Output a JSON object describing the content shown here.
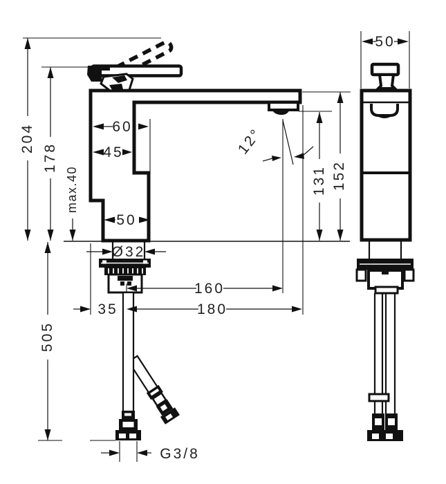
{
  "page": {
    "background": "#ffffff",
    "line_color": "#111111",
    "text_color": "#1f1f1f"
  },
  "drawing": {
    "type": "technical-dimension-drawing",
    "subject": "single-lever basin mixer faucet, front and side elevation with mounting hoses",
    "views": {
      "front": "front elevation with spout",
      "side": "side elevation"
    },
    "dimensions": {
      "total_height": "204",
      "height_to_lever": "178",
      "max_mounting_thickness": "max.40",
      "hose_length": "505",
      "body_depth_top": "60",
      "body_depth_mid": "45",
      "base_width": "50",
      "shank_diameter": "Ø32",
      "spray_angle": "12°",
      "spout_underside_height": "131",
      "body_top_height": "152",
      "side_body_width": "50",
      "reach_to_aerator": "160",
      "overall_reach": "180",
      "base_front_offset": "35",
      "connection_thread": "G3/8"
    }
  }
}
